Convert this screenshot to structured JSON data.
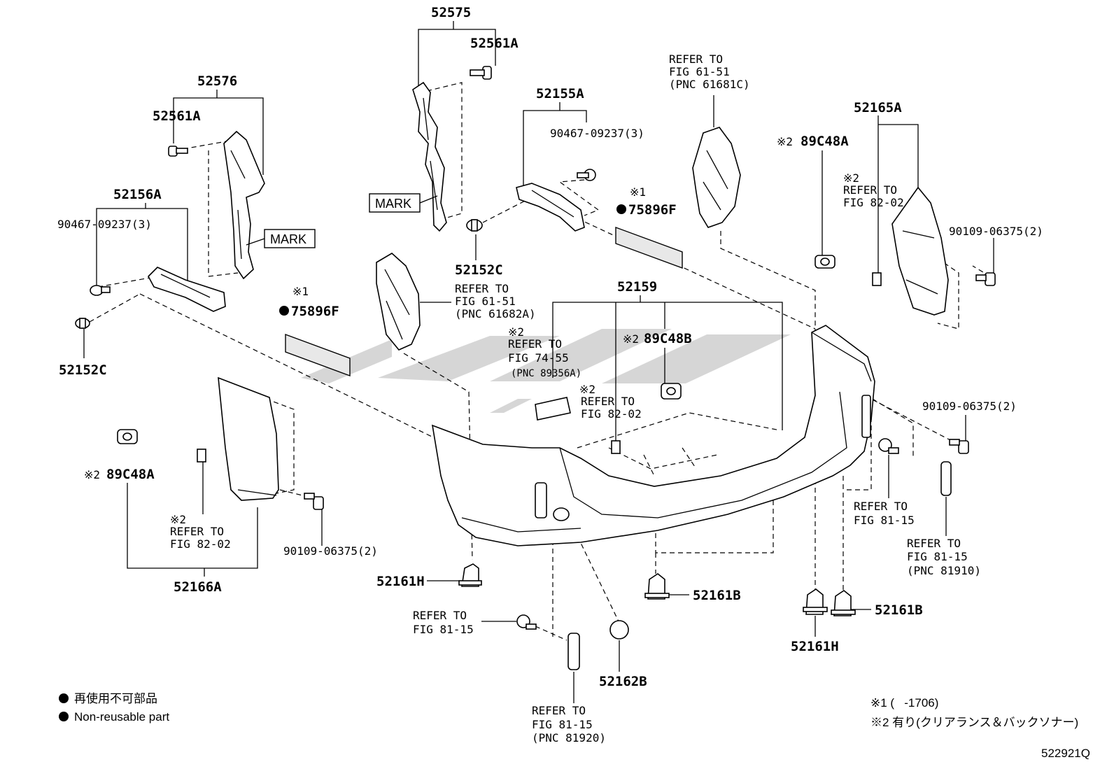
{
  "labels": {
    "p52575": "52575",
    "p52561A_top": "52561A",
    "p52576": "52576",
    "p52561A_left": "52561A",
    "p52155A": "52155A",
    "p90467_mid": "90467-09237(3)",
    "p52156A": "52156A",
    "p90467_left": "90467-09237(3)",
    "p52152C_left": "52152C",
    "p52152C_mid": "52152C",
    "mark1": "MARK",
    "mark2": "MARK",
    "ref_61681C": [
      "REFER TO",
      "FIG 61-51",
      "(PNC 61681C)"
    ],
    "ref_61682A": [
      "REFER TO",
      "FIG 61-51",
      "(PNC 61682A)"
    ],
    "p52165A": "52165A",
    "star2_89C48A_top": "※2",
    "p89C48A_top": "89C48A",
    "ref_82_02_right": [
      "※2",
      "REFER TO",
      "FIG 82-02"
    ],
    "p90109_right_top": "90109-06375(2)",
    "star1_right": "※1",
    "p75896F_right": "75896F",
    "star1_left": "※1",
    "p75896F_left": "75896F",
    "p52159": "52159",
    "ref_89356A": [
      "※2",
      "REFER TO",
      "FIG 74-55",
      "(PNC 89356A)"
    ],
    "star2_89C48B": "※2",
    "p89C48B": "89C48B",
    "ref_82_02_mid": [
      "※2",
      "REFER TO",
      "FIG 82-02"
    ],
    "p90109_right_mid": "90109-06375(2)",
    "star2_89C48A_left": "※2",
    "p89C48A_left": "89C48A",
    "ref_82_02_left": [
      "※2",
      "REFER TO",
      "FIG 82-02"
    ],
    "p90109_left": "90109-06375(2)",
    "p52166A": "52166A",
    "ref_81_15_right": [
      "REFER TO",
      "FIG 81-15"
    ],
    "ref_81910": [
      "REFER TO",
      "FIG 81-15",
      "(PNC 81910)"
    ],
    "p52161H_left": "52161H",
    "p52161B_mid": "52161B",
    "p52161B_right": "52161B",
    "p52161H_right": "52161H",
    "ref_81_15_bottom": [
      "REFER TO",
      "FIG 81-15"
    ],
    "p52162B": "52162B",
    "ref_81920": [
      "REFER TO",
      "FIG 81-15",
      "(PNC 81920)"
    ]
  },
  "legend": {
    "jp": "再使用不可部品",
    "en": "Non-reusable part"
  },
  "notes": {
    "n1": "※1 (   -1706)",
    "n2": "※2 有り(クリアランス＆バックソナー)"
  },
  "figure_code": "522921Q"
}
